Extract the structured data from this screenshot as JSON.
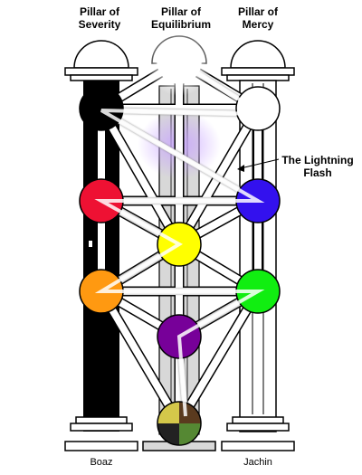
{
  "pillars": {
    "left": {
      "line1": "Pillar of",
      "line2": "Severity",
      "base": "Boaz",
      "color": "#000000"
    },
    "middle": {
      "line1": "Pillar of",
      "line2": "Equilibrium",
      "color": "#d8d8d8"
    },
    "right": {
      "line1": "Pillar of",
      "line2": "Mercy",
      "base": "Jachin",
      "color": "#ffffff"
    }
  },
  "lightning": {
    "line1": "The Lightning",
    "line2": "Flash"
  },
  "spheres": [
    {
      "id": "kether",
      "color": "#ffffff",
      "glow": true
    },
    {
      "id": "chokmah",
      "color": "#ffffff"
    },
    {
      "id": "binah",
      "color": "#000000"
    },
    {
      "id": "chesed",
      "color": "#3311ee"
    },
    {
      "id": "geburah",
      "color": "#ee1133"
    },
    {
      "id": "tiphareth",
      "color": "#ffff00"
    },
    {
      "id": "netzach",
      "color": "#11ee11"
    },
    {
      "id": "hod",
      "color": "#ff9911"
    },
    {
      "id": "yesod",
      "color": "#770099"
    },
    {
      "id": "malkuth",
      "colors": [
        "#d4c84a",
        "#558833",
        "#5a3a1e",
        "#222222"
      ]
    }
  ],
  "accent": {
    "veil": "#c9a6ff",
    "flash": "#f2f2f2"
  }
}
